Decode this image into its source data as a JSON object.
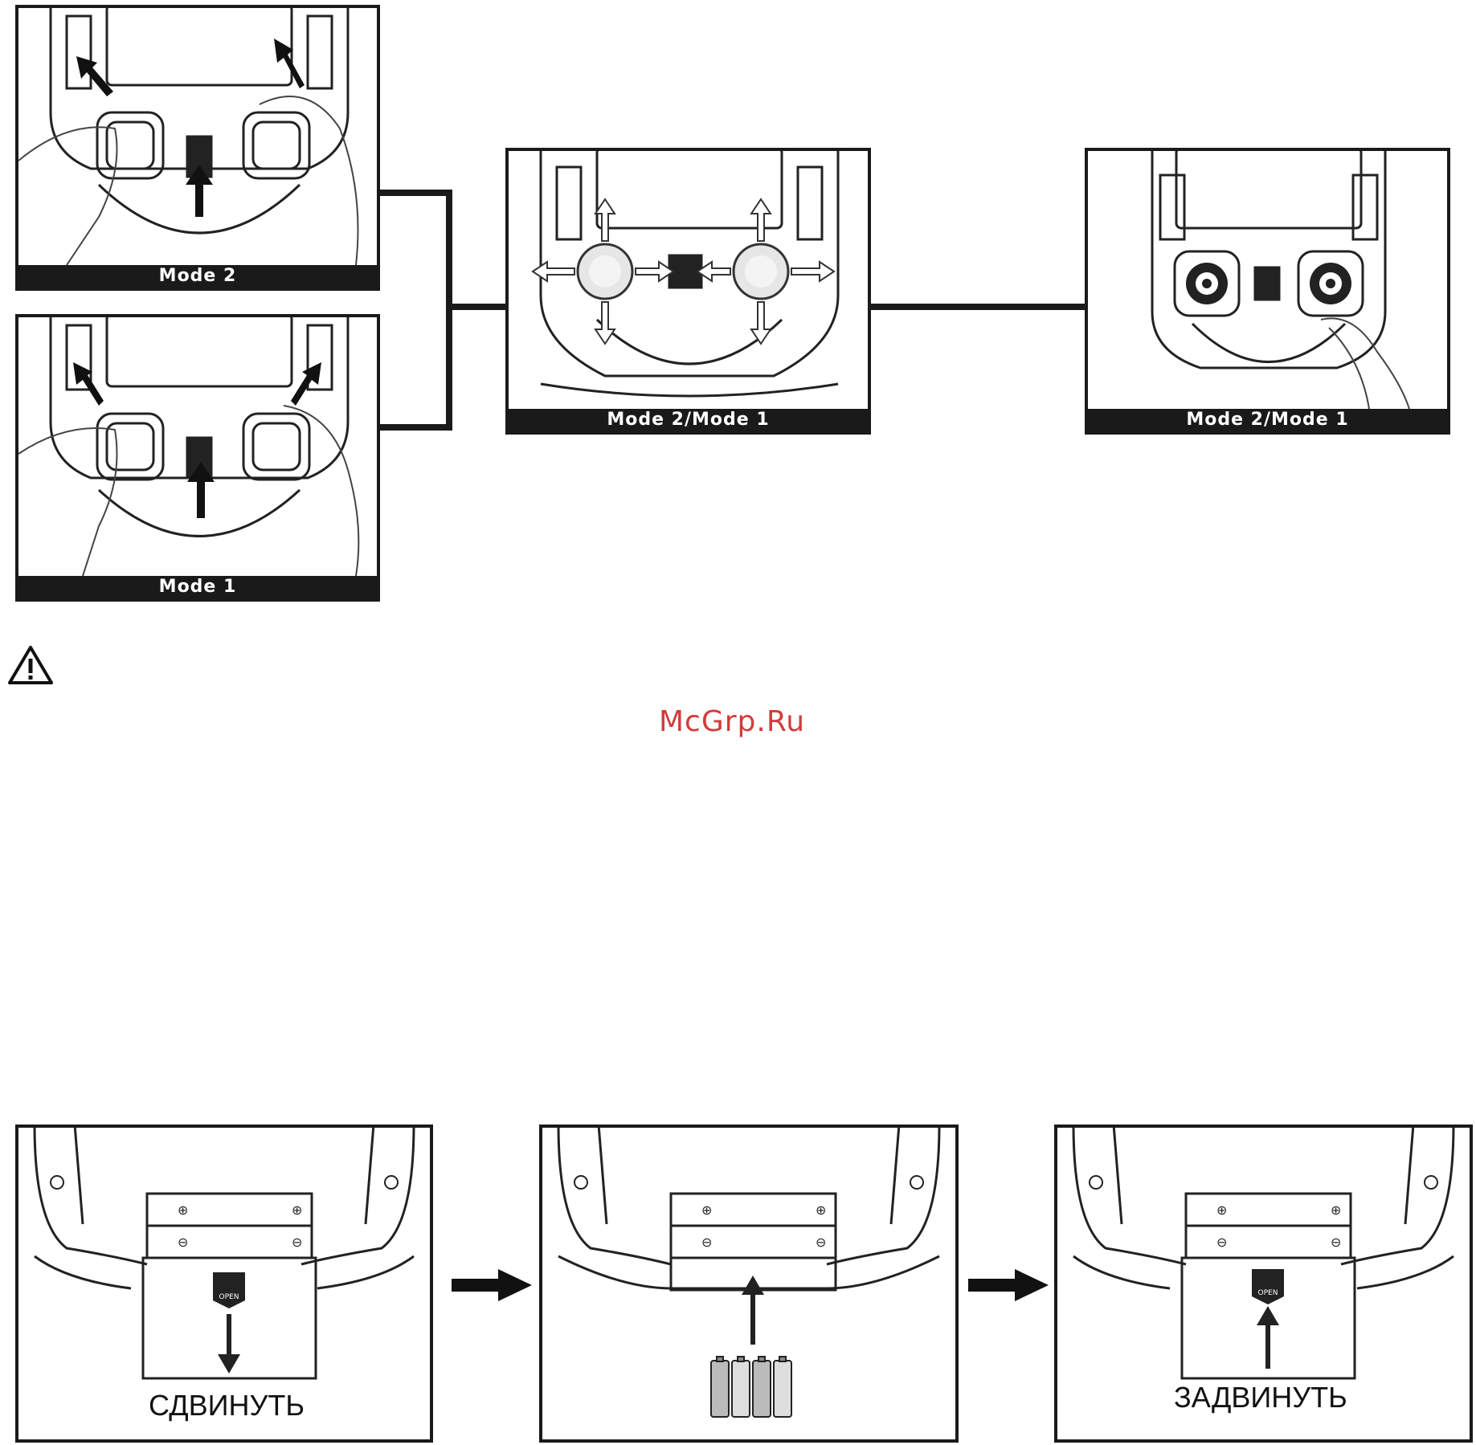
{
  "top_panels": {
    "mode2": {
      "caption": "Mode  2"
    },
    "mode1": {
      "caption": "Mode  1"
    },
    "center": {
      "caption": "Mode  2/Mode  1"
    },
    "right": {
      "caption": "Mode  2/Mode  1"
    }
  },
  "watermark": "McGrp.Ru",
  "battery_steps": {
    "step1": {
      "label": "СДВИНУТЬ",
      "tab_text": "OPEN"
    },
    "step2": {
      "label": ""
    },
    "step3": {
      "label": "ЗАДВИНУТЬ",
      "tab_text": "OPEN"
    }
  },
  "battery_symbols": {
    "plus": "⊕",
    "minus": "⊖"
  }
}
